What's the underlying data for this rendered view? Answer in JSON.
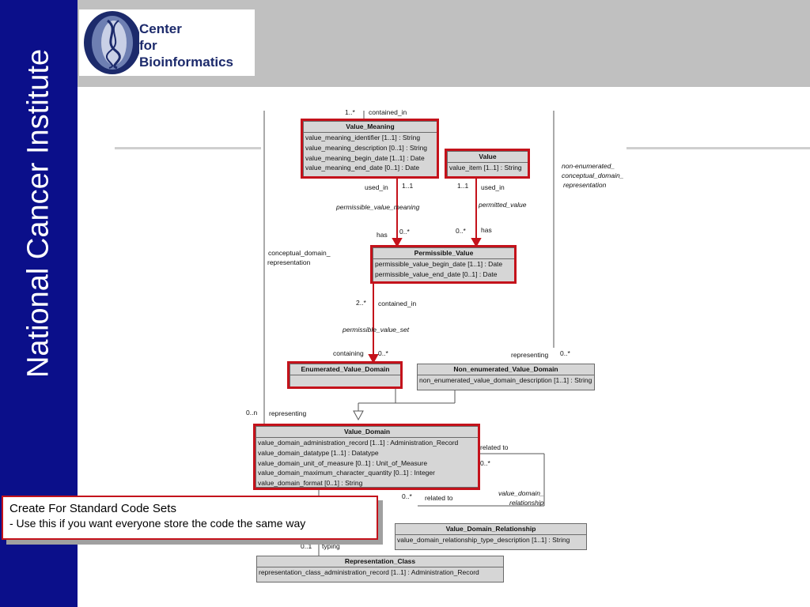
{
  "sidebar": {
    "title": "National Cancer Institute"
  },
  "logo": {
    "line1": "Center",
    "line2": "for",
    "line3": "Bioinformatics"
  },
  "callout": {
    "title": "Create For Standard Code Sets",
    "body": "- Use this if you want everyone store the code the same way"
  },
  "diagram": {
    "classes": {
      "value_meaning": {
        "name": "Value_Meaning",
        "attrs": [
          "value_meaning_identifier [1..1] : String",
          "value_meaning_description [0..1] : String",
          "value_meaning_begin_date [1..1] : Date",
          "value_meaning_end_date [0..1] : Date"
        ]
      },
      "value": {
        "name": "Value",
        "attrs": [
          "value_item [1..1] : String"
        ]
      },
      "permissible_value": {
        "name": "Permissible_Value",
        "attrs": [
          "permissible_value_begin_date [1..1] : Date",
          "permissible_value_end_date [0..1] : Date"
        ]
      },
      "enumerated_value_domain": {
        "name": "Enumerated_Value_Domain",
        "attrs": [
          ""
        ]
      },
      "non_enumerated_value_domain": {
        "name": "Non_enumerated_Value_Domain",
        "attrs": [
          "non_enumerated_value_domain_description [1..1] : String"
        ]
      },
      "value_domain": {
        "name": "Value_Domain",
        "attrs": [
          "value_domain_administration_record [1..1] : Administration_Record",
          "value_domain_datatype [1..1] : Datatype",
          "value_domain_unit_of_measure [0..1] : Unit_of_Measure",
          "value_domain_maximum_character_quantity [0..1] : Integer",
          "value_domain_format [0..1] : String"
        ]
      },
      "value_domain_relationship": {
        "name": "Value_Domain_Relationship",
        "attrs": [
          "value_domain_relationship_type_description [1..1] : String"
        ]
      },
      "representation_class": {
        "name": "Representation_Class",
        "attrs": [
          "representation_class_administration_record [1..1] : Administration_Record"
        ]
      }
    },
    "labels": {
      "top_mult": "1..*",
      "contained_in_top": "contained_in",
      "used_in_1": "used_in",
      "mult_1_1_a": "1..1",
      "mult_1_1_b": "1..1",
      "used_in_2": "used_in",
      "permissible_value_meaning": "permissible_value_meaning",
      "permitted_value": "permitted_value",
      "has_1": "has",
      "mult_0_star_a": "0..*",
      "mult_0_star_b": "0..*",
      "has_2": "has",
      "non_enum_assoc_1": "non-enumerated_",
      "non_enum_assoc_2": "conceptual_domain_",
      "non_enum_assoc_3": "representation",
      "cdr_1": "conceptual_domain_",
      "cdr_2": "representation",
      "mult_2_star": "2..*",
      "contained_in_mid": "contained_in",
      "permissible_value_set": "permissible_value_set",
      "containing": "containing",
      "mult_0_star_c": "0..*",
      "representing_right": "representing",
      "mult_0_star_d": "0..*",
      "mult_0_n": "0..n",
      "representing_left": "representing",
      "related_to_1": "related to",
      "mult_0_star_e": "0..*",
      "mult_0_star_f": "0..*",
      "related_to_2": "related to",
      "vdr_assoc_1": "value_domain_",
      "vdr_assoc_2": "relationship",
      "mult_0_1": "0..1",
      "typing": "typing"
    }
  }
}
